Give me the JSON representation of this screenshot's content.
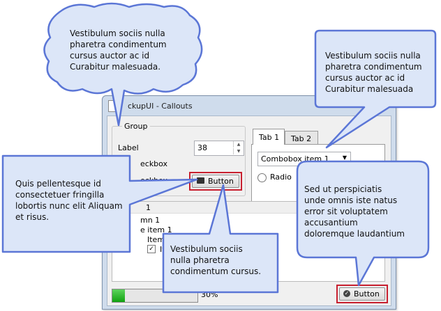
{
  "window": {
    "title": "ckupUI - Callouts"
  },
  "group": {
    "title": "Group",
    "label_text": "Label",
    "spin_value": "38",
    "checkbox1_label": "eckbox",
    "checkbox2_label": "eckbox",
    "button_label": "Button"
  },
  "tabs": {
    "tab1": "Tab 1",
    "tab2": "Tab 2",
    "combo_value": "Combobox item 1",
    "radio_label": "Radio"
  },
  "tree": {
    "header": "1",
    "items": [
      "mn 1",
      "e item 1",
      "Item a",
      "Ite"
    ]
  },
  "progress": {
    "value_percent": 15,
    "label": "30%"
  },
  "bottom_button_label": "Button",
  "callouts": {
    "top_left": [
      "Vestibulum sociis nulla",
      "pharetra condimentum",
      "cursus auctor ac id",
      "Curabitur malesuada."
    ],
    "top_right": [
      "Vestibulum sociis nulla",
      "pharetra condimentum",
      "cursus auctor ac id",
      "Curabitur malesuada"
    ],
    "left": [
      "Quis pellentesque id",
      "consectetuer fringilla",
      "lobortis nunc elit Aliquam",
      "et risus."
    ],
    "middle": [
      "Vestibulum sociis",
      "nulla pharetra",
      "condimentum cursus."
    ],
    "right": [
      "Sed ut perspiciatis",
      "unde omnis iste natus",
      "error sit voluptatem",
      "accusantium",
      "doloremque laudantium"
    ]
  },
  "colors": {
    "callout_fill": "#dce6f8",
    "callout_stroke": "#5b76d6",
    "highlight": "#c8202f"
  }
}
